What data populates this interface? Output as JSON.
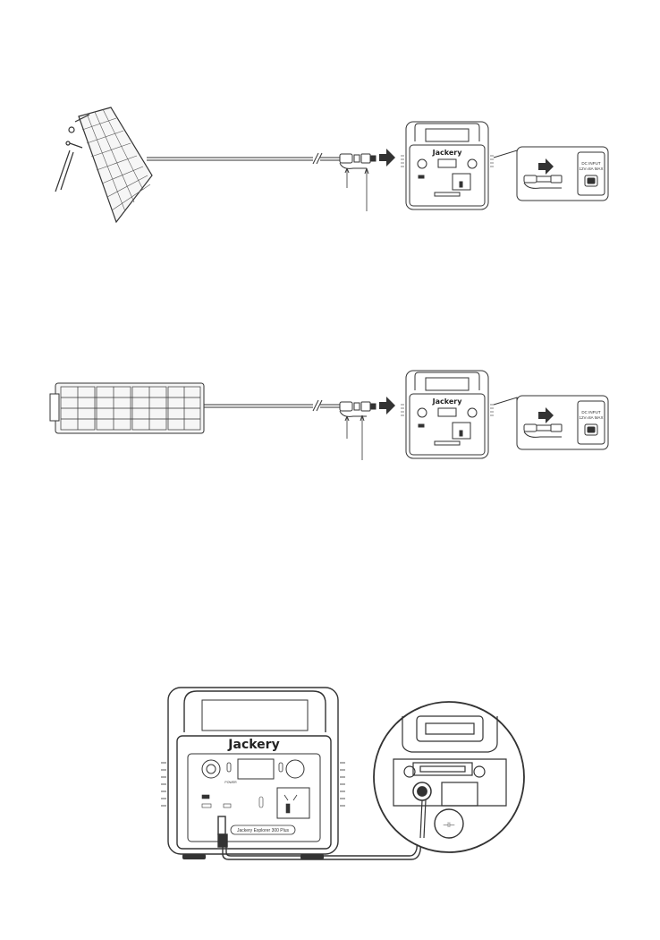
{
  "brand": "Jackery",
  "brand_color": "#222222",
  "line_color": "#333333",
  "station_model_label": "Jackery Explorer 300 Plus",
  "dc_input_label_1": "DC INPUT",
  "dc_input_label_2": "12V=8A MAX",
  "power_button_label": "POWER",
  "diagrams": [
    {
      "panel": "foldable-solar-panel-with-kickstand",
      "arrow_icon": "right-arrow-icon"
    },
    {
      "panel": "flat-solar-panel",
      "arrow_icon": "right-arrow-icon"
    },
    {
      "panel": "car-charger-connection",
      "arrow_icon": "none"
    }
  ]
}
